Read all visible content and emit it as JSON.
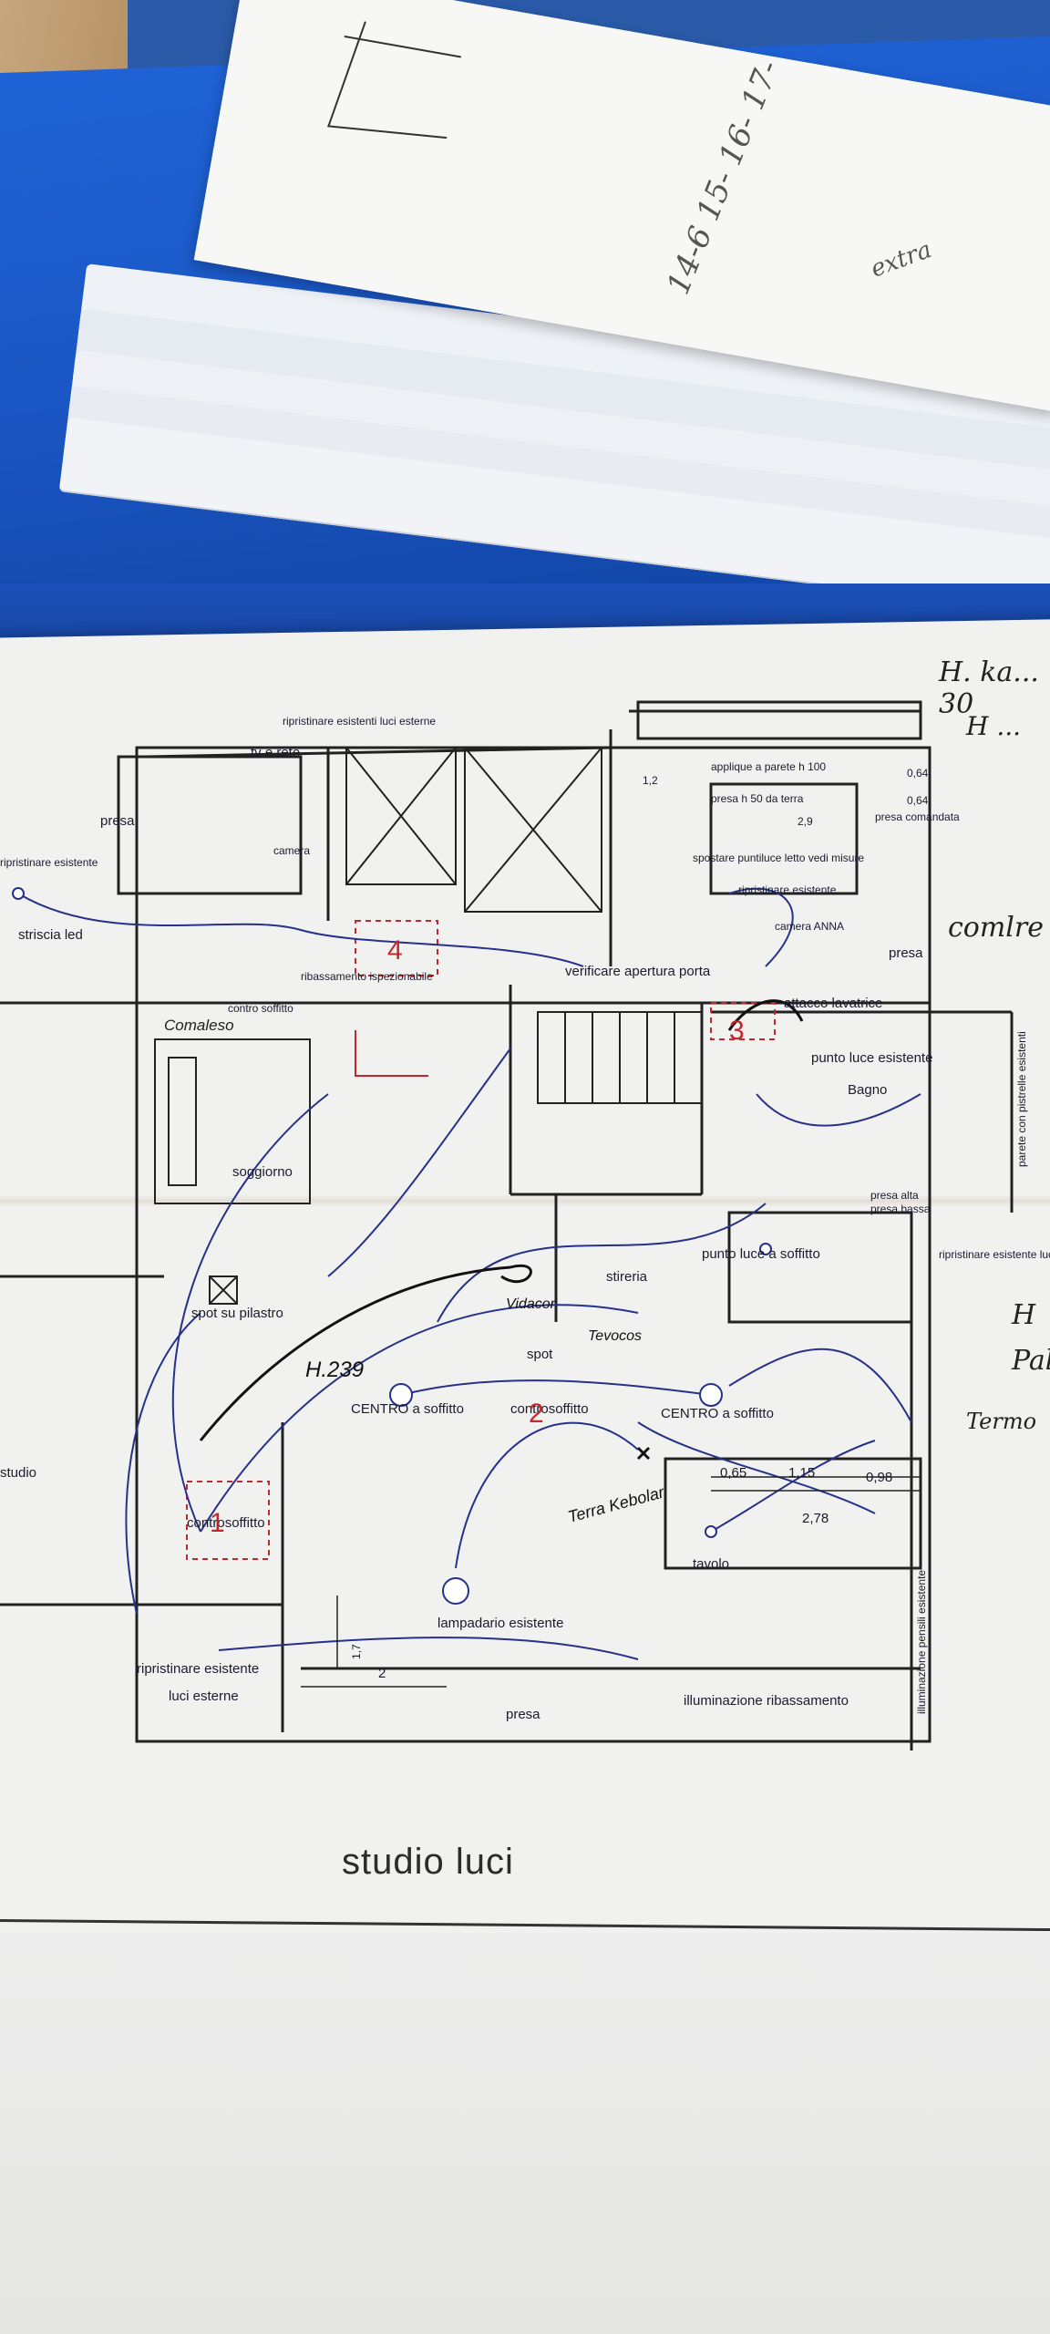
{
  "photo": {
    "subject": "Floor plan lighting study on a desk",
    "title": "studio luci"
  },
  "handwriting": {
    "top_sheet": "14-6 15- 16- 17-",
    "top_sheet_corner": "extra",
    "right_margin_1": "H. ka... 30",
    "right_margin_2": "H ...",
    "right_scribble": "comlre",
    "right_lower_1": "H",
    "right_lower_2": "Pal",
    "right_lower_3": "Termo",
    "plan_notes": [
      "Comaleso",
      "H.239",
      "Terra Kebolar",
      "Vidacor",
      "Tevocos"
    ]
  },
  "plan": {
    "room_labels": [
      "soggiorno",
      "stireria",
      "tavolo",
      "Bagno",
      "camera",
      "camera ANNA"
    ],
    "labels": [
      "ripristinare esistenti luci esterne",
      "tv e rete",
      "presa",
      "applique a parete h 100",
      "presa h 50 da terra",
      "presa comandata",
      "spostare puntiluce letto vedi misure",
      "ripristinare esistente",
      "striscia led",
      "ribassamento ispezionabile",
      "verificare apertura porta",
      "contro soffitto",
      "attacco lavatrice",
      "punto luce esistente",
      "presa",
      "parete con pistrelle esistenti",
      "spot su pilastro",
      "spot",
      "CENTRO a soffitto",
      "controsoffitto",
      "CENTRO a soffitto",
      "punto luce a soffitto",
      "presa alta",
      "presa bassa",
      "ripristinare esistente luci esterne",
      "controsoffitto",
      "lampadario esistente",
      "ripristinare esistente",
      "luci esterne",
      "illuminazione ribassamento",
      "illuminazione pensili esistente",
      "ripristinare esistente",
      "presa",
      "studio"
    ],
    "dimensions": [
      "0,65",
      "1,15",
      "0,98",
      "2,78",
      "1,2",
      "2,9",
      "0,64",
      "0,64",
      "1,7",
      "2"
    ],
    "zone_numbers": [
      "1",
      "2",
      "3",
      "4"
    ]
  }
}
